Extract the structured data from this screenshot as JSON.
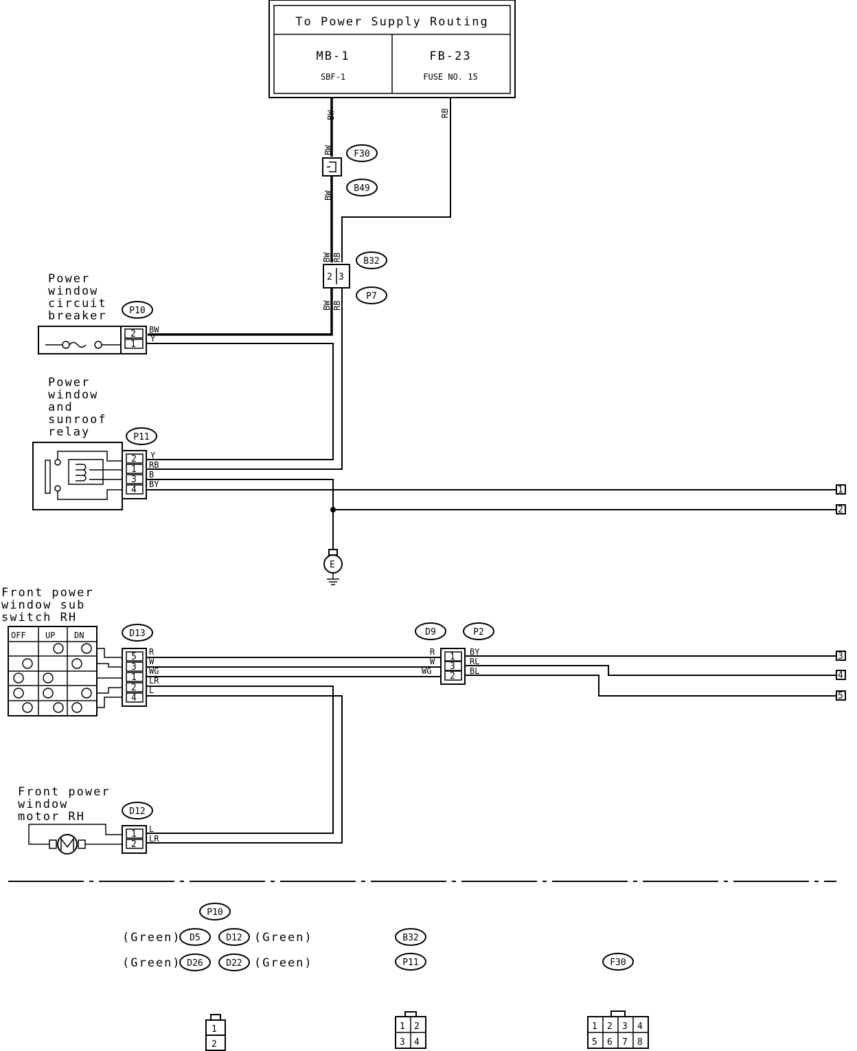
{
  "power_box": {
    "title": "To Power Supply Routing",
    "left_top": "MB-1",
    "left_bottom": "SBF-1",
    "right_top": "FB-23",
    "right_bottom": "FUSE NO. 15"
  },
  "wire_colors": {
    "bw": "BW",
    "rb": "RB",
    "y": "Y",
    "b": "B",
    "by": "BY",
    "r": "R",
    "w": "W",
    "wg": "WG",
    "lr": "LR",
    "l": "L",
    "rl": "RL",
    "bl": "BL"
  },
  "connectors": {
    "f30": "F30",
    "b49": "B49",
    "b32": "B32",
    "p7": "P7",
    "p10": "P10",
    "p11": "P11",
    "d13": "D13",
    "d9": "D9",
    "p2": "P2",
    "d12": "D12",
    "d5": "D5",
    "d26": "D26",
    "d22": "D22"
  },
  "components": {
    "circuit_breaker": [
      "Power",
      "window",
      "circuit",
      "breaker"
    ],
    "relay": [
      "Power",
      "window",
      "and",
      "sunroof",
      "relay"
    ],
    "sub_switch": [
      "Front power",
      "window sub",
      "switch RH"
    ],
    "motor": [
      "Front power",
      "window",
      "motor RH"
    ],
    "ground": "E"
  },
  "switch_table": {
    "headers": [
      "OFF",
      "UP",
      "DN"
    ]
  },
  "pins": [
    "1",
    "2",
    "3",
    "4",
    "5",
    "6",
    "7",
    "8"
  ],
  "outputs": [
    "1",
    "2",
    "3",
    "4",
    "5"
  ],
  "legend": {
    "green": "(Green)"
  }
}
